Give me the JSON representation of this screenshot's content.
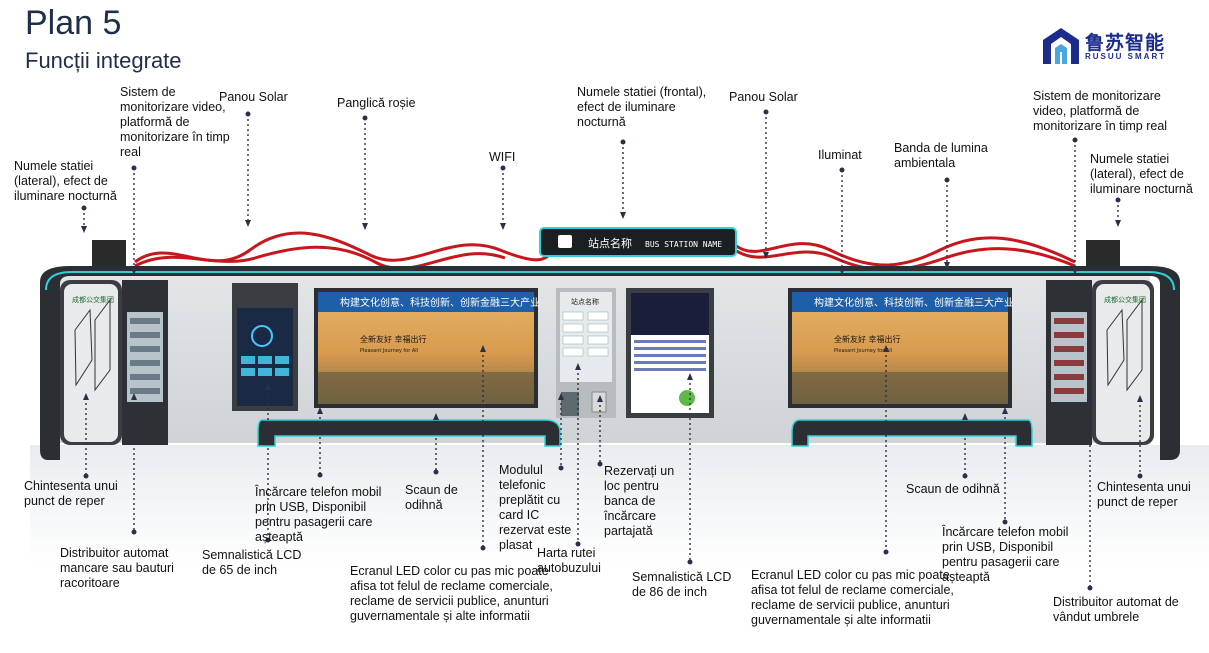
{
  "header": {
    "title": "Plan 5",
    "subtitle": "Funcții integrate"
  },
  "logo": {
    "cn": "鲁苏智能",
    "en": "RUSUU SMART"
  },
  "station_sign": {
    "cn": "站点名称",
    "en": "BUS STATION NAME"
  },
  "screens": {
    "ad_headline": "构建文化创意、科技创新、创新金融三大产业",
    "ad_slogan": "全新友好 幸福出行",
    "ad_slogan_en": "Pleasant Journey for All",
    "pillar_sign": "站点名称",
    "side_brand": "成都公交集团"
  },
  "labels": {
    "solar_left": "Panou Solar",
    "ribbon": "Panglică roșie",
    "wifi": "WIFI",
    "name_front": "Numele statiei (frontal), efect de iluminare nocturnă",
    "solar_right": "Panou Solar",
    "light": "Iluminat",
    "ambient": "Banda de lumina ambientala",
    "cctv_left": "Sistem de monitorizare video, platformă de monitorizare în timp real",
    "cctv_right": "Sistem de monitorizare video, platformă de monitorizare în timp real",
    "name_side_left": "Numele statiei (lateral), efect de iluminare nocturnă",
    "name_side_right": "Numele statiei (lateral), efect de iluminare nocturnă",
    "landmark_left": "Chintesenta unui punct de reper",
    "landmark_right": "Chintesenta unui punct de reper",
    "vending_food": "Distribuitor automat mancare sau bauturi racoritoare",
    "lcd65": "Semnalistică LCD de 65 de inch",
    "usb_left": "Încărcare telefon mobil prin USB, Disponibil pentru pasagerii care așteaptă",
    "seat_left": "Scaun de odihnă",
    "led_left": "Ecranul LED color cu pas mic poate afisa tot felul de reclame comerciale, reclame de servicii publice, anunturi guvernamentale și alte informatii",
    "ic_phone": "Modulul telefonic preplătit cu card IC rezervat este plasat",
    "route_map": "Harta rutei autobuzului",
    "charging_bank": "Rezervați un loc pentru banca de încărcare partajată",
    "lcd86": "Semnalistică LCD de 86 de inch",
    "led_right": "Ecranul LED color cu pas mic poate afisa tot felul de reclame comerciale, reclame de servicii publice, anunturi guvernamentale și alte informatii",
    "seat_right": "Scaun de odihnă",
    "usb_right": "Încărcare telefon mobil prin USB, Disponibil pentru pasagerii care așteaptă",
    "umbrella": "Distribuitor automat de vândut umbrele"
  }
}
